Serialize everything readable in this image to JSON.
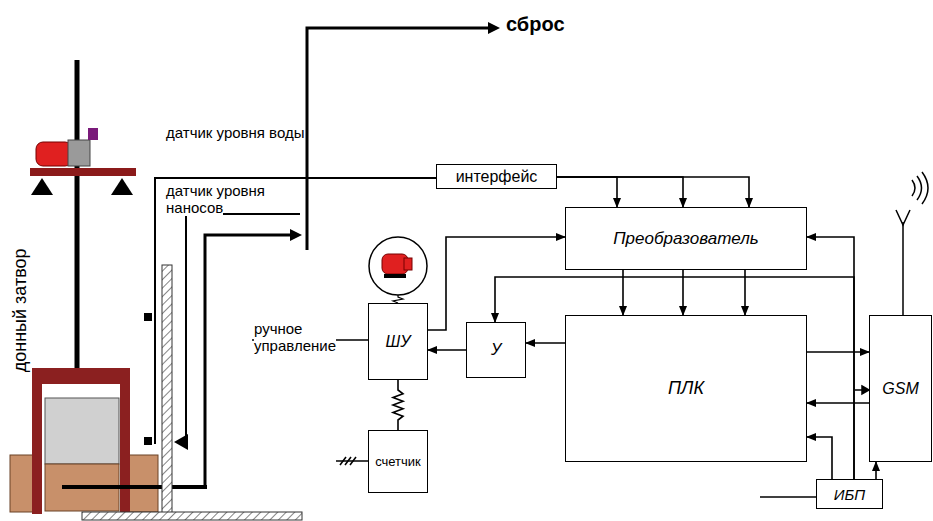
{
  "diagram": {
    "nodes": [
      {
        "text": [
          "Преобразователь"
        ]
      },
      {
        "text": [
          "ШУ"
        ]
      },
      {
        "text": [
          "У"
        ]
      },
      {
        "text": [
          "ПЛК"
        ]
      },
      {
        "text": [
          "GSM"
        ]
      },
      {
        "text": [
          "ИБП"
        ]
      },
      {
        "text": [
          "счетчик"
        ]
      },
      {
        "text": [
          "интерфейс"
        ]
      }
    ],
    "edges": [
      {
        "from": 0,
        "to": 3,
        "arrow": "to"
      },
      {
        "from": 0,
        "to": 3,
        "arrow": "to"
      },
      {
        "from": 0,
        "to": 3,
        "arrow": "to"
      },
      {
        "from": 7,
        "to": 0,
        "arrow": "to"
      },
      {
        "from": 7,
        "to": 0,
        "arrow": "to"
      },
      {
        "from": 7,
        "to": 0,
        "arrow": "to"
      },
      {
        "from": 1,
        "to": 0,
        "arrow": "to"
      },
      {
        "from": 2,
        "to": 1,
        "arrow": "to"
      },
      {
        "from": 3,
        "to": 2,
        "arrow": "to"
      },
      {
        "from": 5,
        "to": 0,
        "arrow": "to"
      },
      {
        "from": 5,
        "to": 2,
        "arrow": "to"
      },
      {
        "from": 5,
        "to": 3,
        "arrow": "to"
      },
      {
        "from": 5,
        "to": 4,
        "arrow": "to"
      },
      {
        "from": 3,
        "to": 4,
        "arrow": "to"
      },
      {
        "from": 4,
        "to": 3,
        "arrow": "to"
      },
      {
        "from": 1,
        "to": 6,
        "arrow": "none"
      }
    ],
    "labels": [
      "сброс",
      "датчик уровня воды",
      "датчик уровня наносов",
      "ручное управление",
      "донный затвор"
    ]
  }
}
